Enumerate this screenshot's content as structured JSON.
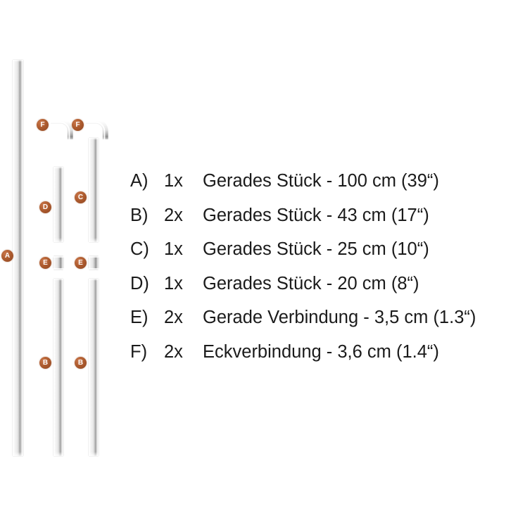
{
  "background_color": "#ffffff",
  "text_color": "#1b1b1b",
  "badge_color": "#ae5c2f",
  "badge_text_color": "#ffffff",
  "legend": {
    "rows": [
      {
        "key": "A)",
        "qty": "1x",
        "desc": "Gerades Stück - 100 cm (39“)"
      },
      {
        "key": "B)",
        "qty": "2x",
        "desc": "Gerades Stück - 43 cm (17“)"
      },
      {
        "key": "C)",
        "qty": "1x",
        "desc": "Gerades Stück - 25 cm (10“)"
      },
      {
        "key": "D)",
        "qty": "1x",
        "desc": "Gerades Stück - 20 cm (8“)"
      },
      {
        "key": "E)",
        "qty": "2x",
        "desc": "Gerade Verbindung - 3,5 cm (1.3“)"
      },
      {
        "key": "F)",
        "qty": "2x",
        "desc": "Eckverbindung - 3,6 cm (1.4“)"
      }
    ]
  },
  "diagram": {
    "badges": [
      {
        "id": "badge-a",
        "label": "A"
      },
      {
        "id": "badge-f1",
        "label": "F"
      },
      {
        "id": "badge-f2",
        "label": "F"
      },
      {
        "id": "badge-d",
        "label": "D"
      },
      {
        "id": "badge-c",
        "label": "C"
      },
      {
        "id": "badge-e1",
        "label": "E"
      },
      {
        "id": "badge-e2",
        "label": "E"
      },
      {
        "id": "badge-b1",
        "label": "B"
      },
      {
        "id": "badge-b2",
        "label": "B"
      }
    ]
  }
}
